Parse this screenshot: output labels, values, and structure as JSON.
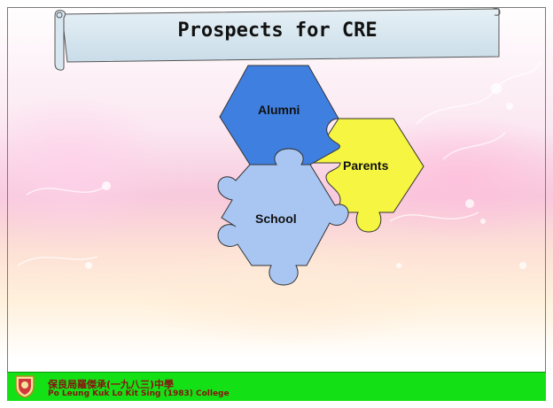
{
  "slide": {
    "title": "Prospects for CRE"
  },
  "puzzle": {
    "pieces": [
      {
        "label": "Alumni",
        "color": "#3f7fe0"
      },
      {
        "label": "Parents",
        "color": "#f5f542"
      },
      {
        "label": "School",
        "color": "#a9c6f2"
      }
    ]
  },
  "footer": {
    "school_name_chinese": "保良局羅傑承(一九八三)中學",
    "school_name_english": "Po Leung Kuk Lo Kit Sing (1983) College",
    "background_color": "#14e016",
    "text_color": "#8a1010",
    "crest_icon": "school-crest-icon"
  }
}
